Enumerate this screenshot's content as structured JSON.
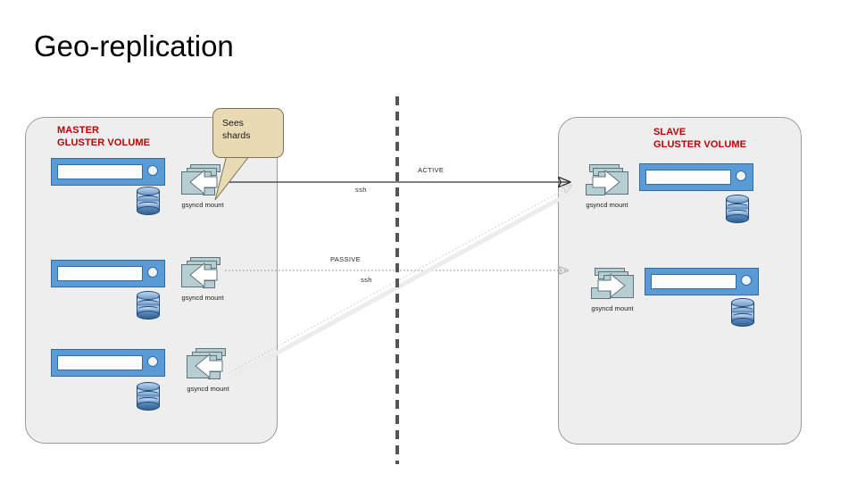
{
  "slide": {
    "title": "Geo-replication",
    "background": "#ffffff"
  },
  "colors": {
    "volume_label": "#c00000",
    "panel_fill": "#eeeeee",
    "panel_border": "#9a9a9a",
    "server_fill": "#5b9bd5",
    "server_border": "#2e6ca4",
    "db_fill": "#4f7db3",
    "gsyncd_fill": "#b6ced2",
    "callout_fill": "#e8dbb4",
    "divider": "#555555",
    "arrow_active": "#333333",
    "arrow_passive": "#8a8a8a"
  },
  "master": {
    "label": "MASTER\nGLUSTER VOLUME",
    "nodes": [
      {
        "gsyncd_caption": "gsyncd mount",
        "brick": "server",
        "storage": "database"
      },
      {
        "gsyncd_caption": "gsyncd mount",
        "brick": "server",
        "storage": "database"
      },
      {
        "gsyncd_caption": "gsyncd mount",
        "brick": "server",
        "storage": "database"
      }
    ]
  },
  "slave": {
    "label": "SLAVE\nGLUSTER VOLUME",
    "nodes": [
      {
        "gsyncd_caption": "gsyncd mount",
        "brick": "server",
        "storage": "database"
      },
      {
        "gsyncd_caption": "gsyncd mount",
        "brick": "server",
        "storage": "database"
      }
    ]
  },
  "callout": {
    "text": "Sees\nshards"
  },
  "links": [
    {
      "state": "ACTIVE",
      "protocol": "ssh",
      "style": "solid"
    },
    {
      "state": "PASSIVE",
      "protocol": "ssh",
      "style": "dotted"
    }
  ],
  "link_labels": {
    "active": "ACTIVE",
    "ssh_active": "ssh",
    "passive": "PASSIVE",
    "ssh_passive": "ssh"
  },
  "icons": {
    "gsyncd_mount": "gsyncd-mount-icon",
    "server": "server-icon",
    "database": "database-icon",
    "divider": "dashed-divider"
  }
}
